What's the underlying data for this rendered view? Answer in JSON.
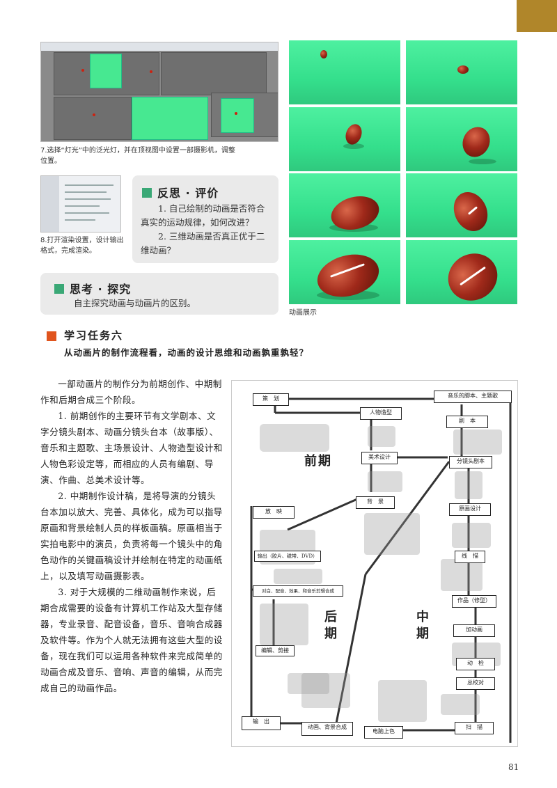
{
  "captions": {
    "fig7": "7.选择“灯光”中的泛光灯，并在顶视图中设置一部摄影机，调整位置。",
    "fig8": "8.打开渲染设置，设计输出格式，完成渲染。",
    "anim": "动画展示"
  },
  "reflect": {
    "title": "反思 · 评价",
    "q1": "1. 自己绘制的动画是否符合真实的运动规律，如何改进？",
    "q2": "2. 三维动画是否真正优于二维动画？"
  },
  "explore": {
    "title": "思考 · 探究",
    "text": "自主探究动画与动画片的区别。"
  },
  "task": {
    "title": "学习任务六",
    "subtitle": "从动画片的制作流程看，动画的设计思维和动画孰重孰轻？"
  },
  "body": {
    "p1": "一部动画片的制作分为前期创作、中期制作和后期合成三个阶段。",
    "p2": "1. 前期创作的主要环节有文学剧本、文字分镜头剧本、动画分镜头台本（故事版）、音乐和主题歌、主场景设计、人物造型设计和人物色彩设定等，而相应的人员有编剧、导演、作曲、总美术设计等。",
    "p3": "2. 中期制作设计稿，是将导演的分镜头台本加以放大、完善、具体化，成为可以指导原画和背景绘制人员的样板画稿。原画相当于实拍电影中的演员，负责将每一个镜头中的角色动作的关键画稿设计并绘制在特定的动画纸上，以及填写动画摄影表。",
    "p4": "3. 对于大规模的二维动画制作来说，后期合成需要的设备有计算机工作站及大型存储器，专业录音、配音设备，音乐、音响合成器及软件等。作为个人就无法拥有这些大型的设备，现在我们可以运用各种软件来完成简单的动画合成及音乐、音响、声音的编辑，从而完成自己的动画作品。"
  },
  "flow": {
    "stages": {
      "qian": "前期",
      "zhong": "中期",
      "hou": "后期"
    },
    "nodes": {
      "cehua": "策　划",
      "music": "音乐的脚本、主题歌",
      "renwu": "人物造型",
      "juben": "剧　本",
      "meishu": "美术设计",
      "fenjing": "分镜头剧本",
      "beijing": "背　景",
      "yuanhua": "原画设计",
      "fangying": "放　映",
      "xiangao": "线　描",
      "shuchu_disc": "输出（胶片、磁带、DVD）",
      "peiyin": "对白、配音、效果、和音乐剪辑合成",
      "zuopin": "作品（修型）",
      "donghua": "加动画",
      "jianji": "编辑、剪接",
      "dongjian": "动　检",
      "zongjiao": "总校对",
      "shuchu": "输　出",
      "hecheng": "动画、背景合成",
      "shangse": "电脑上色",
      "saomiao": "扫　描"
    }
  },
  "page_number": "81"
}
